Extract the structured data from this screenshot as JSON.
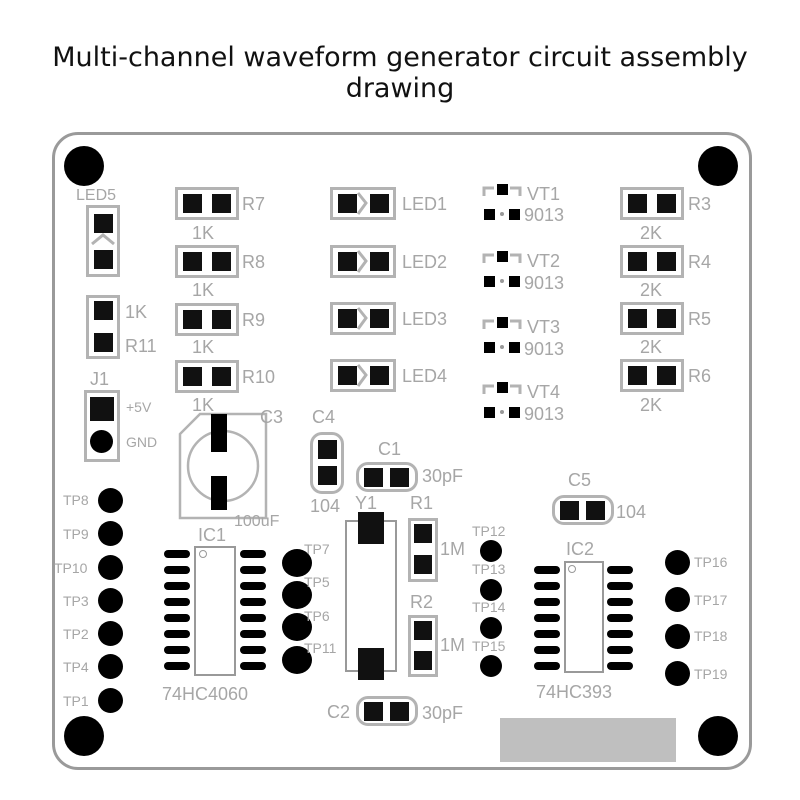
{
  "title": "Multi-channel waveform generator circuit assembly drawing",
  "components": {
    "led5": "LED5",
    "r11_value": "1K",
    "r11": "R11",
    "j1": "J1",
    "j1_p1": "+5V",
    "j1_p2": "GND",
    "r7": "R7",
    "r7_value": "1K",
    "r8": "R8",
    "r8_value": "1K",
    "r9": "R9",
    "r9_value": "1K",
    "r10": "R10",
    "r10_value": "1K",
    "led1": "LED1",
    "led2": "LED2",
    "led3": "LED3",
    "led4": "LED4",
    "vt1": "VT1",
    "vt1_value": "9013",
    "vt2": "VT2",
    "vt2_value": "9013",
    "vt3": "VT3",
    "vt3_value": "9013",
    "vt4": "VT4",
    "vt4_value": "9013",
    "r3": "R3",
    "r3_value": "2K",
    "r4": "R4",
    "r4_value": "2K",
    "r5": "R5",
    "r5_value": "2K",
    "r6": "R6",
    "r6_value": "2K",
    "c3": "C3",
    "c3_value": "100uF",
    "c4": "C4",
    "c4_value": "104",
    "c1": "C1",
    "c1_value": "30pF",
    "y1": "Y1",
    "r1": "R1",
    "r1_value": "1M",
    "r2": "R2",
    "r2_value": "1M",
    "c2": "C2",
    "c2_value": "30pF",
    "c5": "C5",
    "c5_value": "104",
    "ic1": "IC1",
    "ic1_value": "74HC4060",
    "ic2": "IC2",
    "ic2_value": "74HC393"
  },
  "test_points": {
    "left": [
      "TP8",
      "TP9",
      "TP10",
      "TP3",
      "TP2",
      "TP4",
      "TP1"
    ],
    "ic1_right": [
      "TP7",
      "TP5",
      "TP6",
      "TP11"
    ],
    "center": [
      "TP12",
      "TP13",
      "TP14",
      "TP15"
    ],
    "right": [
      "TP16",
      "TP17",
      "TP18",
      "TP19"
    ]
  }
}
